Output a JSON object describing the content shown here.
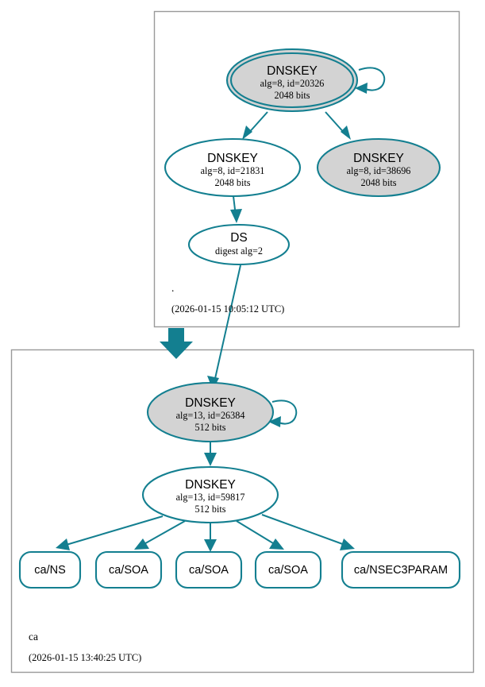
{
  "diagram": {
    "type": "dnssec-authentication-chain",
    "palette": {
      "accent_teal": "#137f90",
      "node_fill_gray": "#d3d3d3",
      "node_fill_white": "#ffffff",
      "cluster_stroke": "#9a9a9a",
      "text": "#000000",
      "background": "#ffffff"
    }
  },
  "zones": [
    {
      "id": "root",
      "name": ".",
      "timestamp": "(2026-01-15 10:05:12 UTC)",
      "nodes": [
        {
          "id": "root-ksk-20326",
          "shape": "double-ellipse",
          "fill": "gray",
          "title": "DNSKEY",
          "line2": "alg=8, id=20326",
          "line3": "2048 bits",
          "self_signed": true
        },
        {
          "id": "root-zsk-21831",
          "shape": "ellipse",
          "fill": "white",
          "title": "DNSKEY",
          "line2": "alg=8, id=21831",
          "line3": "2048 bits",
          "self_signed": false
        },
        {
          "id": "root-key-38696",
          "shape": "ellipse",
          "fill": "gray",
          "title": "DNSKEY",
          "line2": "alg=8, id=38696",
          "line3": "2048 bits",
          "self_signed": false
        },
        {
          "id": "root-ds",
          "shape": "ellipse",
          "fill": "white",
          "title": "DS",
          "line2": "digest alg=2",
          "line3": "",
          "self_signed": false
        }
      ]
    },
    {
      "id": "ca",
      "name": "ca",
      "timestamp": "(2026-01-15 13:40:25 UTC)",
      "nodes": [
        {
          "id": "ca-ksk-26384",
          "shape": "ellipse",
          "fill": "gray",
          "title": "DNSKEY",
          "line2": "alg=13, id=26384",
          "line3": "512 bits",
          "self_signed": true
        },
        {
          "id": "ca-zsk-59817",
          "shape": "ellipse",
          "fill": "white",
          "title": "DNSKEY",
          "line2": "alg=13, id=59817",
          "line3": "512 bits",
          "self_signed": false
        }
      ],
      "rrsets": [
        {
          "id": "ca-ns",
          "label": "ca/NS"
        },
        {
          "id": "ca-soa-1",
          "label": "ca/SOA"
        },
        {
          "id": "ca-soa-2",
          "label": "ca/SOA"
        },
        {
          "id": "ca-soa-3",
          "label": "ca/SOA"
        },
        {
          "id": "ca-nsec3param",
          "label": "ca/NSEC3PARAM"
        }
      ]
    }
  ],
  "edges": [
    {
      "from": "root-ksk-20326",
      "to": "root-ksk-20326",
      "kind": "self-loop"
    },
    {
      "from": "root-ksk-20326",
      "to": "root-zsk-21831",
      "kind": "signs"
    },
    {
      "from": "root-ksk-20326",
      "to": "root-key-38696",
      "kind": "signs"
    },
    {
      "from": "root-zsk-21831",
      "to": "root-ds",
      "kind": "signs"
    },
    {
      "from": "root-ds",
      "to": "ca-ksk-26384",
      "kind": "delegation"
    },
    {
      "from": "ca-ksk-26384",
      "to": "ca-ksk-26384",
      "kind": "self-loop"
    },
    {
      "from": "ca-ksk-26384",
      "to": "ca-zsk-59817",
      "kind": "signs"
    },
    {
      "from": "ca-zsk-59817",
      "to": "ca-ns",
      "kind": "signs"
    },
    {
      "from": "ca-zsk-59817",
      "to": "ca-soa-1",
      "kind": "signs"
    },
    {
      "from": "ca-zsk-59817",
      "to": "ca-soa-2",
      "kind": "signs"
    },
    {
      "from": "ca-zsk-59817",
      "to": "ca-soa-3",
      "kind": "signs"
    },
    {
      "from": "ca-zsk-59817",
      "to": "ca-nsec3param",
      "kind": "signs"
    }
  ]
}
